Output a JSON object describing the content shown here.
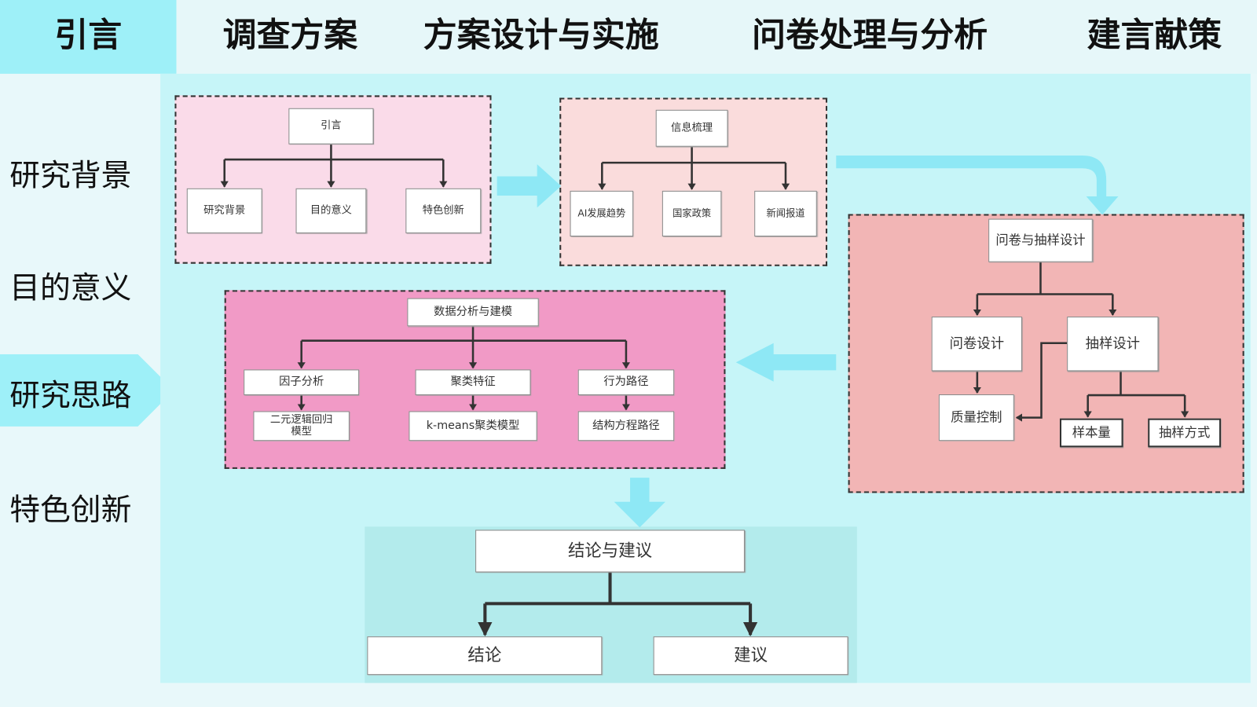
{
  "tabs": [
    {
      "label": "引言",
      "active": true
    },
    {
      "label": "调查方案"
    },
    {
      "label": "方案设计与实施"
    },
    {
      "label": "问卷处理与分析"
    },
    {
      "label": "建言献策"
    }
  ],
  "sidebar": [
    {
      "label": "研究背景"
    },
    {
      "label": "目的意义"
    },
    {
      "label": "研究思路",
      "active": true
    },
    {
      "label": "特色创新"
    }
  ],
  "colors": {
    "accent": "#9ef0f8",
    "main_bg": "#c6f5f8",
    "intro_box": "#fadbe9",
    "info_box": "#fadcdc",
    "survey_box": "#f2b5b5",
    "analysis_box": "#f19ac6",
    "conclusion_box": "#b3ebec"
  },
  "intro": {
    "root": "引言",
    "children": [
      "研究背景",
      "目的意义",
      "特色创新"
    ]
  },
  "info": {
    "root": "信息梳理",
    "children": [
      "AI发展趋势",
      "国家政策",
      "新闻报道"
    ]
  },
  "survey": {
    "root": "问卷与抽样设计",
    "questionnaire": "问卷设计",
    "sampling": "抽样设计",
    "quality": "质量控制",
    "sample_size": "样本量",
    "sampling_method": "抽样方式"
  },
  "analysis": {
    "root": "数据分析与建模",
    "level1": [
      "因子分析",
      "聚类特征",
      "行为路径"
    ],
    "level2": [
      "二元逻辑回归模型",
      "k-means聚类模型",
      "结构方程路径"
    ]
  },
  "conclusion": {
    "root": "结论与建议",
    "children": [
      "结论",
      "建议"
    ]
  }
}
